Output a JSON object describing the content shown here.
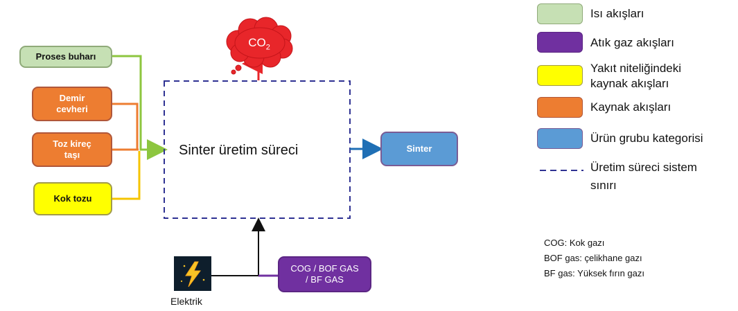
{
  "inputs": {
    "proses_buhari": "Proses buharı",
    "demir_cevheri_line1": "Demir",
    "demir_cevheri_line2": "cevheri",
    "toz_kirec_line1": "Toz kireç",
    "toz_kirec_line2": "taşı",
    "kok_tozu": "Kok tozu"
  },
  "process": {
    "label": "Sinter üretim süreci"
  },
  "output": {
    "label": "Sinter"
  },
  "emission": {
    "co": "CO",
    "sub": "2"
  },
  "energy": {
    "electric_label": "Elektrik",
    "gas_line1": "COG / BOF GAS",
    "gas_line2": "/ BF GAS"
  },
  "legend": {
    "items": [
      {
        "label": "Isı akışları",
        "color": "#c6e0b4"
      },
      {
        "label": "Atık gaz akışları",
        "color": "#7030a0"
      },
      {
        "label_line1": "Yakıt niteliğindeki",
        "label_line2": "kaynak akışları",
        "color": "#ffff00"
      },
      {
        "label": "Kaynak akışları",
        "color": "#ed7d31"
      },
      {
        "label": "Ürün grubu kategorisi",
        "color": "#5b9bd5"
      }
    ],
    "boundary_line1": "Üretim süreci sistem",
    "boundary_line2": "sınırı"
  },
  "abbreviations": [
    "COG: Kok gazı",
    "BOF gas: çelikhane gazı",
    "BF gas: Yüksek fırın gazı"
  ],
  "colors": {
    "heat": "#8dc63f",
    "resource": "#ed7d31",
    "fuel": "#f5c400",
    "product_arrow": "#1f6fb5",
    "co2_cloud": "#e8262a",
    "waste_gas": "#7030a0",
    "boundary": "#2e3192"
  }
}
